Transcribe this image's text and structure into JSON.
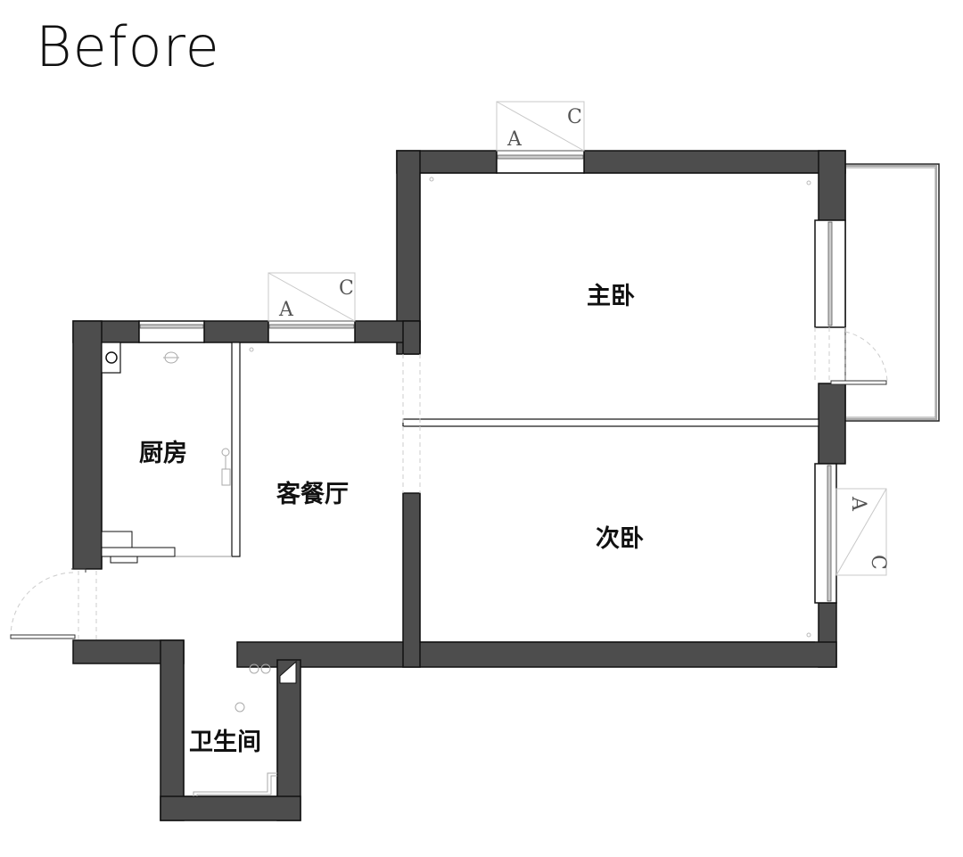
{
  "title": "Before",
  "colors": {
    "wall": "#4d4d4d",
    "wall_stroke": "#111111",
    "window_glass": "#9a9a9a",
    "annotation": "#c8c8c8",
    "dashed": "#cccccc",
    "background": "#ffffff"
  },
  "rooms": {
    "master_bedroom": "主卧",
    "second_bedroom": "次卧",
    "living_dining": "客餐厅",
    "kitchen": "厨房",
    "bathroom": "卫生间"
  },
  "window_markers": [
    {
      "id": "top-bedroom-window",
      "label_a": "A",
      "label_c": "C"
    },
    {
      "id": "living-room-window",
      "label_a": "A",
      "label_c": "C"
    },
    {
      "id": "second-bedroom-window",
      "label_a": "A",
      "label_c": "C"
    }
  ]
}
